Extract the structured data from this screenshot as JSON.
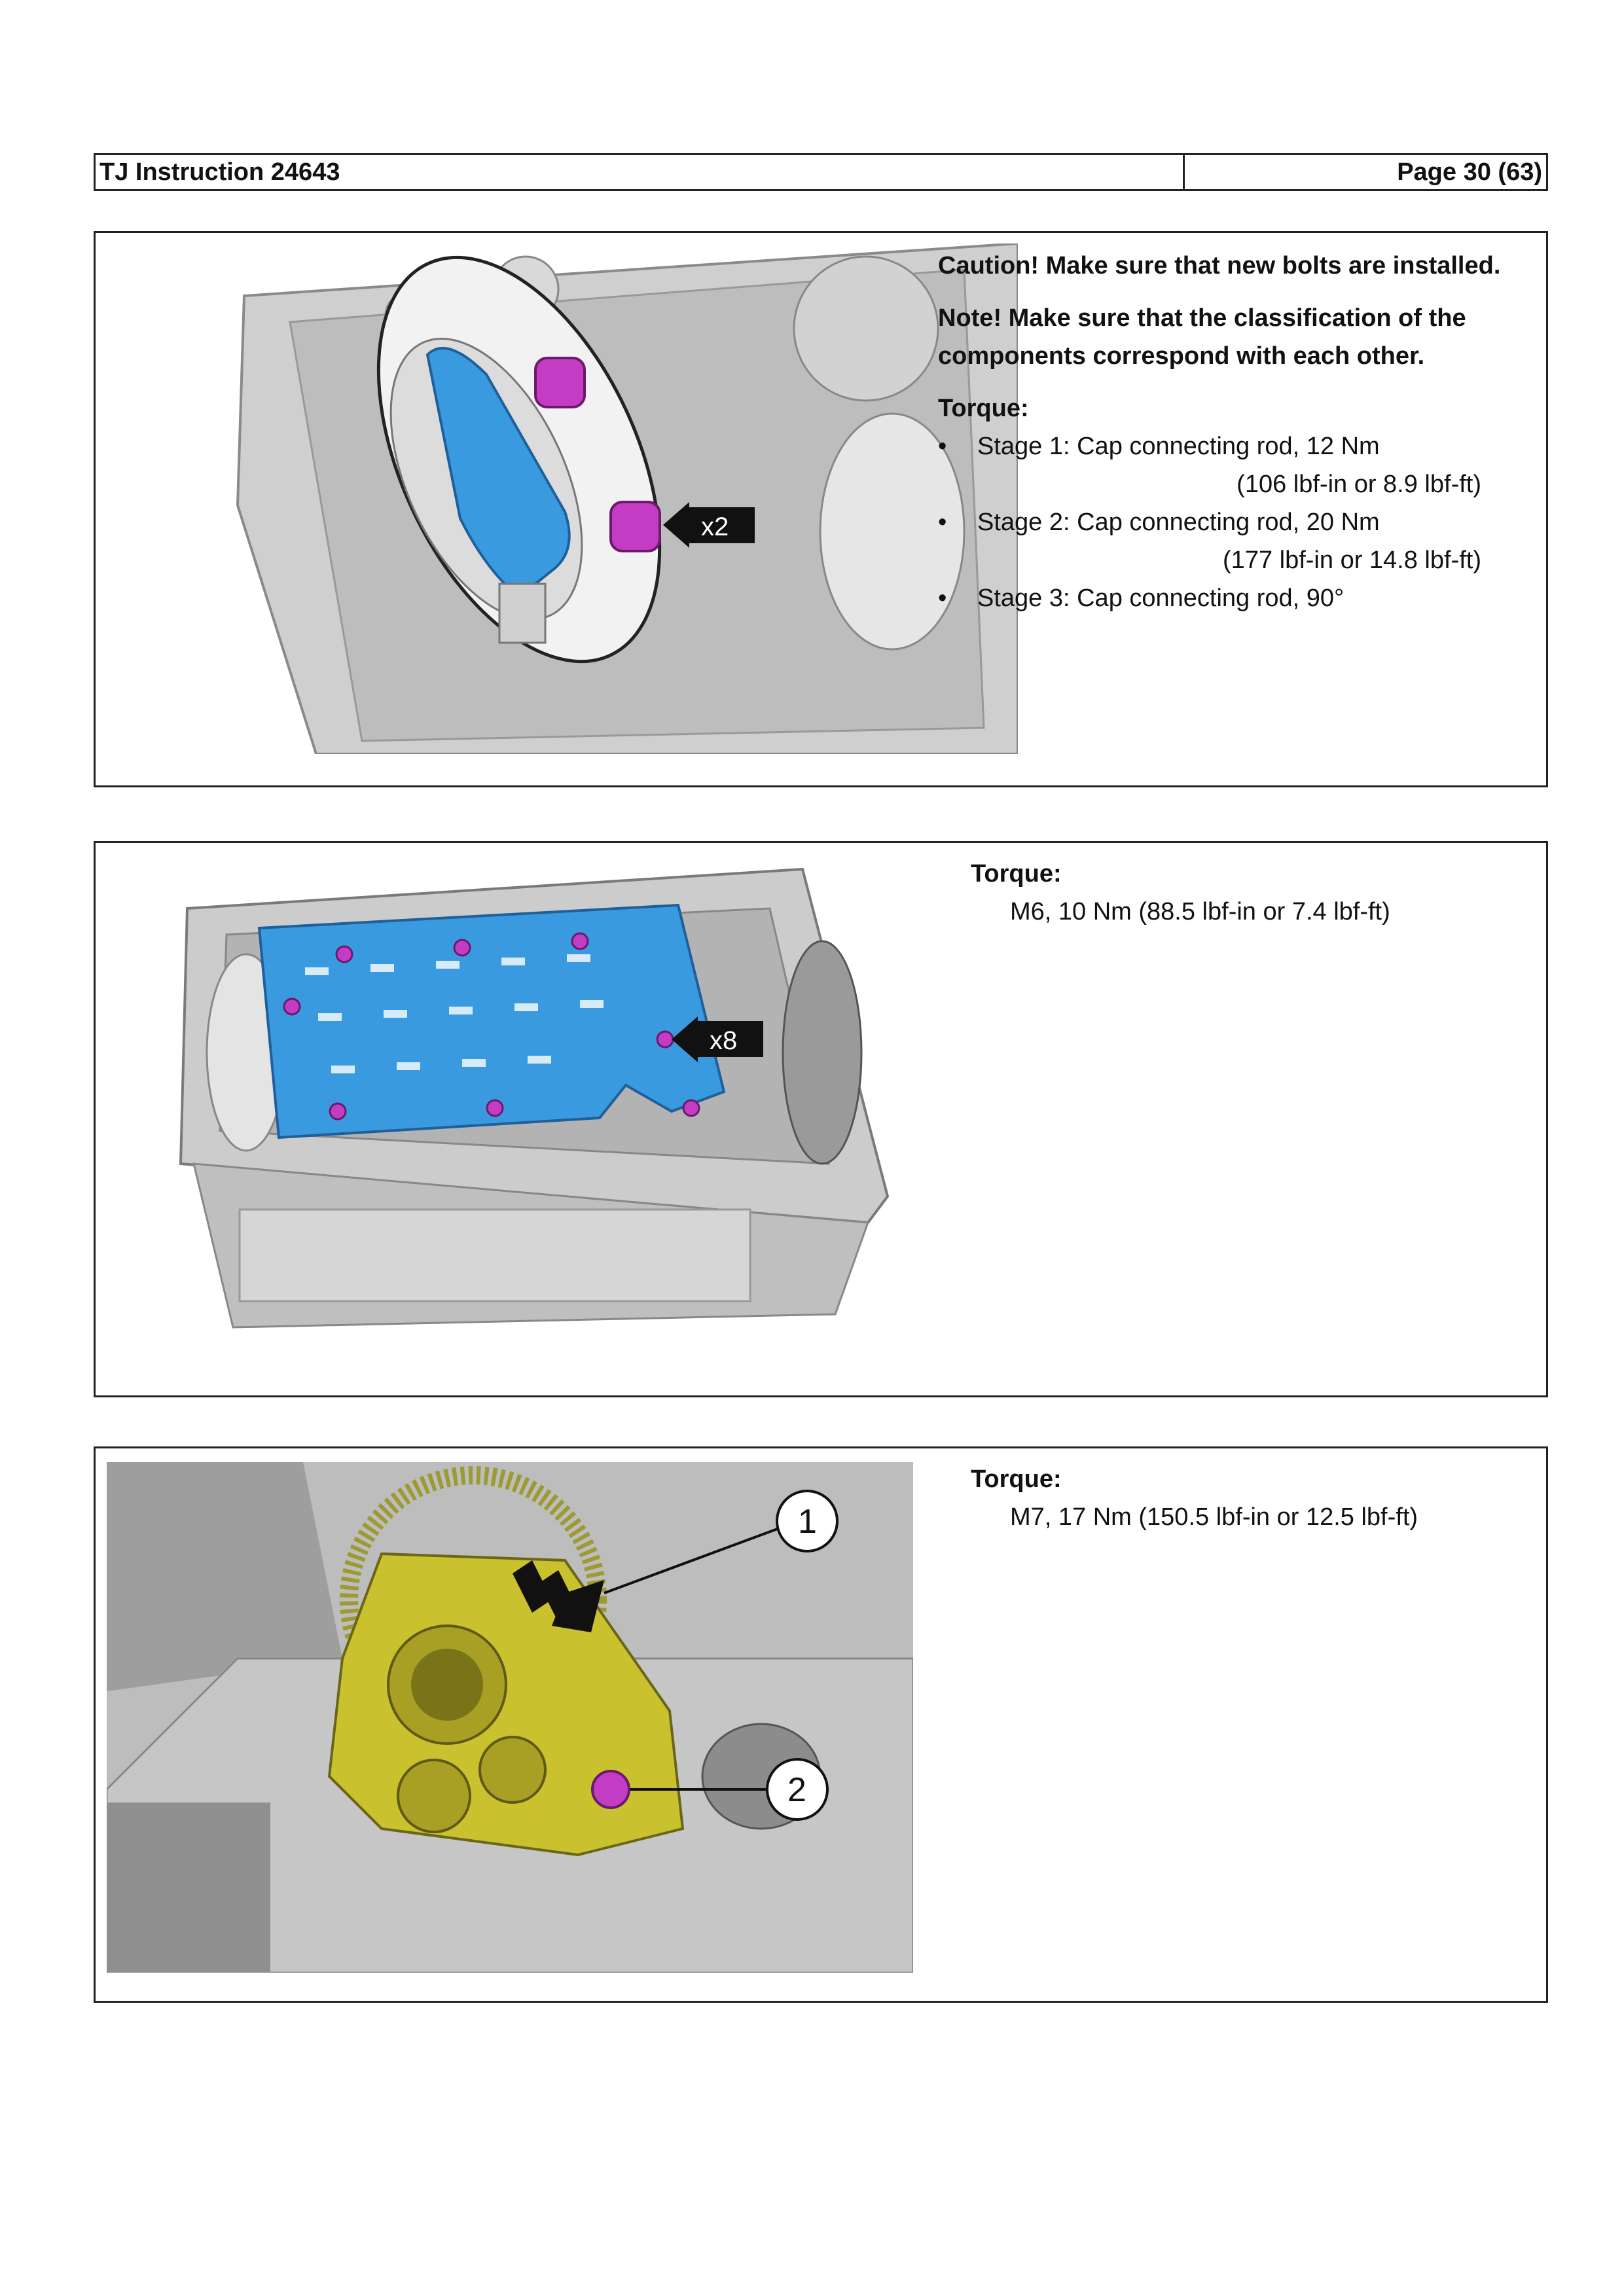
{
  "header": {
    "instruction": "TJ Instruction 24643",
    "page": "Page 30 (63)"
  },
  "panels": [
    {
      "caution": "Caution!  Make sure that new bolts are installed.",
      "note": "Note!  Make sure that the classification of the components correspond with each other.",
      "torque_heading": "Torque:",
      "stages": [
        {
          "text": "Stage 1: Cap connecting rod, 12 Nm",
          "sub": "(106 lbf-in or 8.9 lbf-ft)"
        },
        {
          "text": "Stage 2: Cap connecting rod, 20 Nm",
          "sub": "(177 lbf-in or 14.8 lbf-ft)"
        },
        {
          "text": "Stage 3: Cap connecting rod, 90°",
          "sub": ""
        }
      ],
      "figure_callout": "x2"
    },
    {
      "torque_heading": "Torque:",
      "torque_value": "M6,  10 Nm  (88.5 lbf-in or 7.4 lbf-ft)",
      "figure_callout": "x8"
    },
    {
      "torque_heading": "Torque:",
      "torque_value": "M7,  17 Nm  (150.5 lbf-in or 12.5 lbf-ft)",
      "figure_callouts": [
        "1",
        "2"
      ]
    }
  ],
  "colors": {
    "blue_part": "#3a9ae0",
    "bolt": "#c23cc4",
    "yellow_part": "#c9c12e",
    "engine_gray": "#c9c9c9"
  },
  "icons": {
    "bullet": "•"
  }
}
